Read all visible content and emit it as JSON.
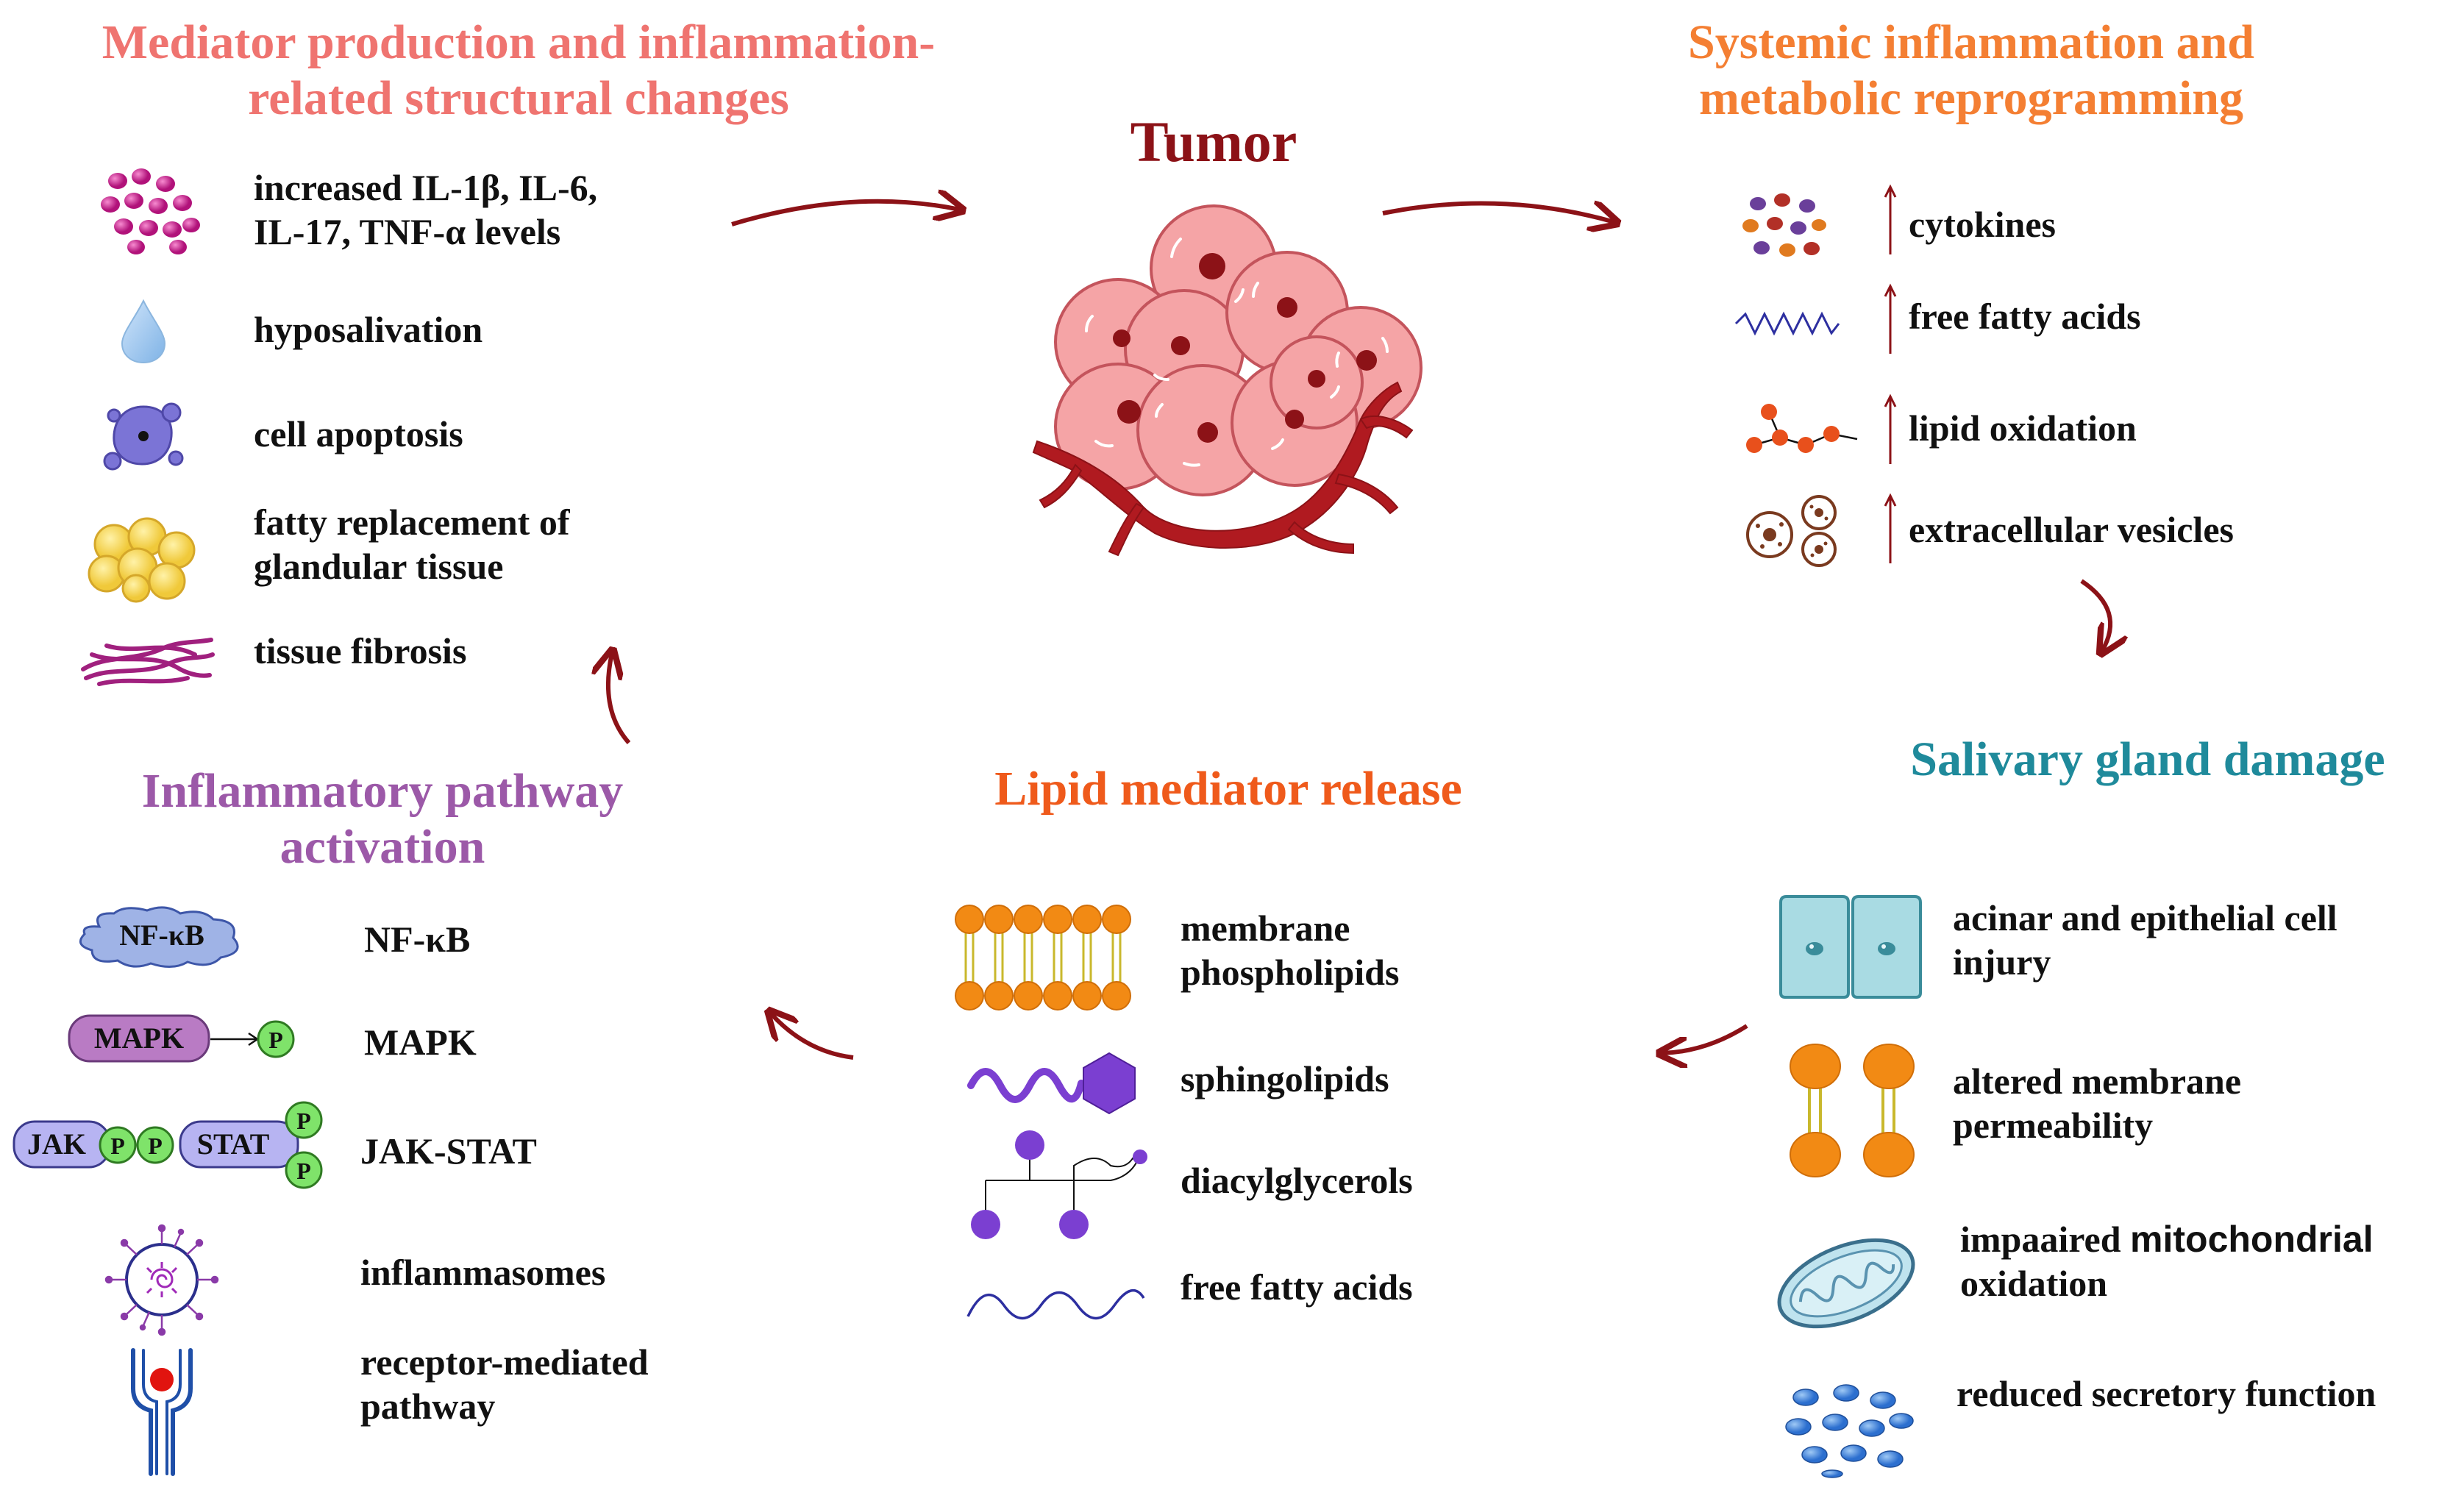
{
  "colors": {
    "arrow": "#8c1217",
    "mediator_heading": "#ef7470",
    "systemic_heading": "#f47f33",
    "inflammatory_heading": "#9c59a8",
    "lipid_heading": "#ef5a1b",
    "salivary_heading": "#1f8a9b",
    "tumor_label": "#8c1217"
  },
  "tumor": {
    "label": "Tumor",
    "icon": "tumor-cell-cluster-icon"
  },
  "mediator": {
    "heading_line1": "Mediator production and inflammation-",
    "heading_line2": "related structural changes",
    "items": [
      {
        "icon": "cytokine-cluster-icon",
        "line1": "increased IL-1β, IL-6,",
        "line2": "IL-17, TNF-α levels"
      },
      {
        "icon": "saliva-drop-icon",
        "line1": "hyposalivation"
      },
      {
        "icon": "apoptotic-cell-icon",
        "line1": "cell apoptosis"
      },
      {
        "icon": "adipocyte-cluster-icon",
        "line1": "fatty replacement of",
        "line2": "glandular tissue"
      },
      {
        "icon": "fibrosis-icon",
        "line1": "tissue fibrosis"
      }
    ]
  },
  "systemic": {
    "heading_line1": "Systemic inflammation and",
    "heading_line2": "metabolic reprogramming",
    "items": [
      {
        "icon": "cytokines-icon",
        "label": "cytokines"
      },
      {
        "icon": "fatty-acid-chain-icon",
        "label": "free fatty acids"
      },
      {
        "icon": "lipid-oxidation-molecule-icon",
        "label": "lipid oxidation"
      },
      {
        "icon": "extracellular-vesicles-icon",
        "label": "extracellular vesicles"
      }
    ]
  },
  "salivary": {
    "heading": "Salivary gland damage",
    "items": [
      {
        "icon": "epithelial-cells-icon",
        "line1": "acinar and epithelial cell",
        "line2": "injury"
      },
      {
        "icon": "membrane-bilayer-icon",
        "line1": "altered membrane",
        "line2": "permeability"
      },
      {
        "icon": "mitochondrion-icon",
        "line1_a": "impaaired ",
        "line1_b": "mitochondrial",
        "line2": "oxidation"
      },
      {
        "icon": "secretory-granules-icon",
        "line1": "reduced secretory function"
      }
    ]
  },
  "lipid": {
    "heading": "Lipid mediator release",
    "items": [
      {
        "icon": "phospholipid-bilayer-icon",
        "line1": "membrane",
        "line2": "phospholipids"
      },
      {
        "icon": "sphingolipid-icon",
        "line1": "sphingolipids"
      },
      {
        "icon": "diacylglycerol-icon",
        "line1": "diacylglycerols"
      },
      {
        "icon": "fatty-acid-wave-icon",
        "line1": "free fatty acids"
      }
    ]
  },
  "inflammatory": {
    "heading_line1": "Inflammatory pathway",
    "heading_line2": "activation",
    "items": [
      {
        "icon": "nfkb-icon",
        "badge": "NF-κB",
        "label": "NF-κB"
      },
      {
        "icon": "mapk-icon",
        "badge": "MAPK",
        "phospho": "P",
        "label": "MAPK"
      },
      {
        "icon": "jak-stat-icon",
        "badge_a": "JAK",
        "badge_b": "STAT",
        "phospho": "P",
        "label": "JAK-STAT"
      },
      {
        "icon": "inflammasome-icon",
        "label": "inflammasomes"
      },
      {
        "icon": "receptor-icon",
        "line1": "receptor-mediated",
        "line2": "pathway"
      }
    ]
  }
}
